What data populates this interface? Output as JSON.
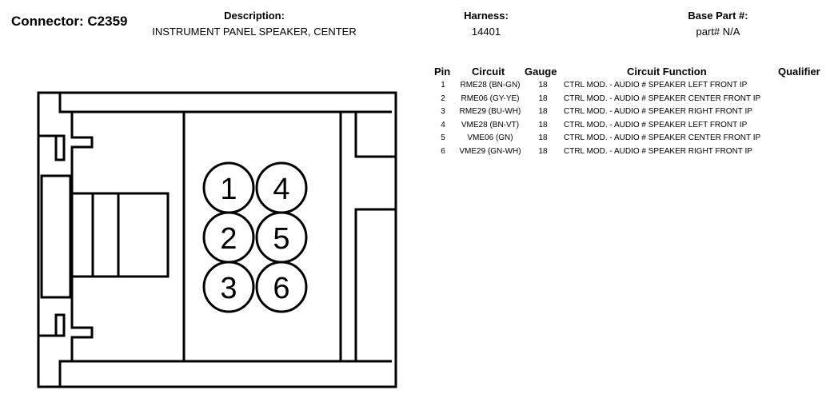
{
  "connector": {
    "title": "Connector: C2359",
    "description_label": "Description:",
    "description": "INSTRUMENT PANEL SPEAKER, CENTER",
    "harness_label": "Harness:",
    "harness": "14401",
    "base_part_label": "Base Part #:",
    "base_part": "part# N/A"
  },
  "table": {
    "headers": {
      "pin": "Pin",
      "circuit": "Circuit",
      "gauge": "Gauge",
      "function": "Circuit Function",
      "qualifier": "Qualifier"
    },
    "rows": [
      {
        "pin": "1",
        "circuit": "RME28 (BN-GN)",
        "gauge": "18",
        "function": "CTRL MOD. - AUDIO # SPEAKER LEFT FRONT IP"
      },
      {
        "pin": "2",
        "circuit": "RME06 (GY-YE)",
        "gauge": "18",
        "function": "CTRL MOD. - AUDIO # SPEAKER CENTER FRONT IP"
      },
      {
        "pin": "3",
        "circuit": "RME29 (BU-WH)",
        "gauge": "18",
        "function": "CTRL MOD. - AUDIO # SPEAKER RIGHT FRONT IP"
      },
      {
        "pin": "4",
        "circuit": "VME28 (BN-VT)",
        "gauge": "18",
        "function": "CTRL MOD. - AUDIO # SPEAKER LEFT FRONT IP"
      },
      {
        "pin": "5",
        "circuit": "VME06 (GN)",
        "gauge": "18",
        "function": "CTRL MOD. - AUDIO # SPEAKER CENTER FRONT IP"
      },
      {
        "pin": "6",
        "circuit": "VME29 (GN-WH)",
        "gauge": "18",
        "function": "CTRL MOD. - AUDIO # SPEAKER RIGHT FRONT IP"
      }
    ]
  },
  "diagram": {
    "pins": [
      "1",
      "4",
      "2",
      "5",
      "3",
      "6"
    ]
  }
}
